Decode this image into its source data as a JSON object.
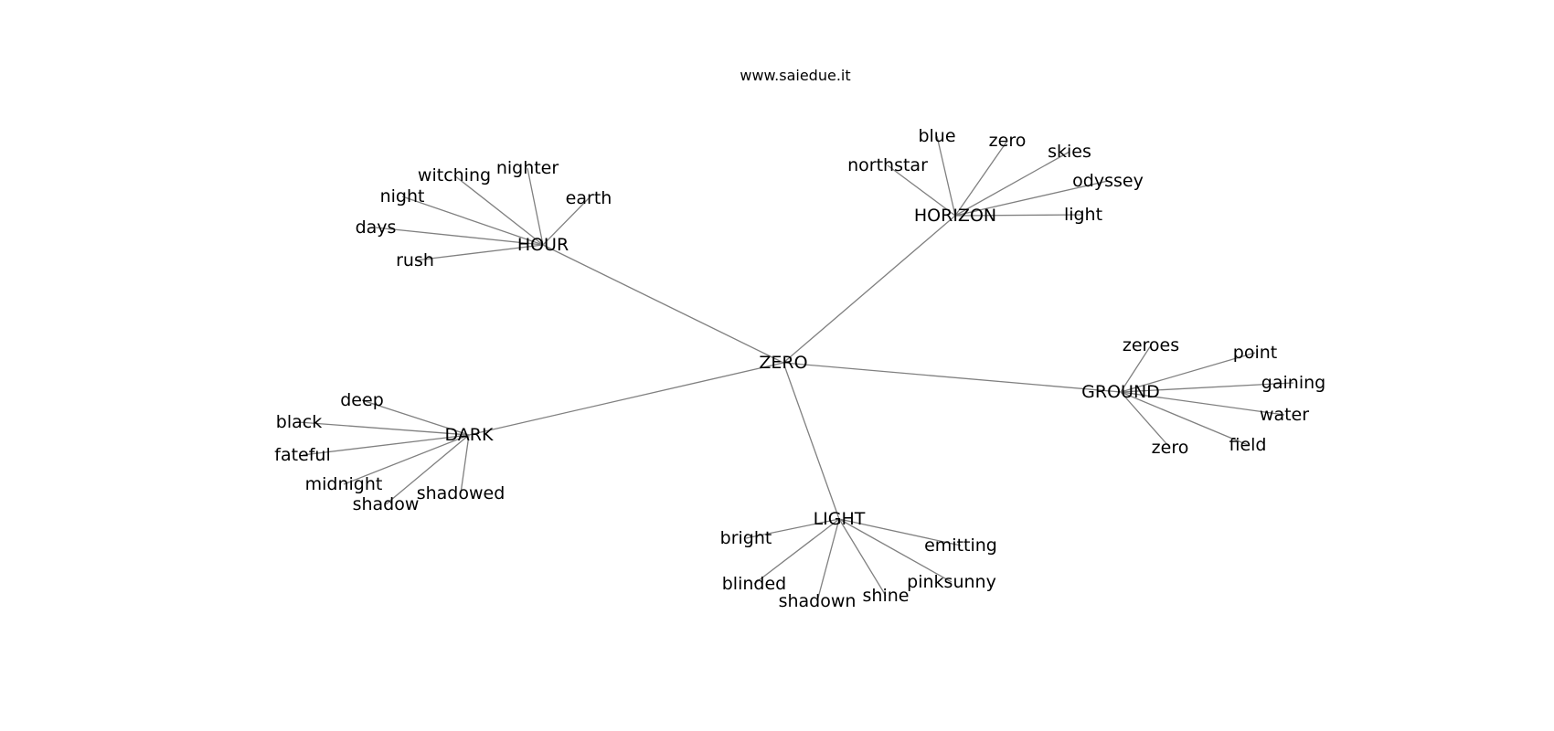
{
  "title": "www.saiedue.it",
  "colors": {
    "edge": "#808080",
    "text": "#000000",
    "background": "#ffffff"
  },
  "graph": {
    "root": "ZERO",
    "hubs": [
      {
        "label": "HOUR",
        "leaves": [
          "witching",
          "nighter",
          "night",
          "earth",
          "days",
          "rush"
        ]
      },
      {
        "label": "HORIZON",
        "leaves": [
          "blue",
          "zero",
          "northstar",
          "skies",
          "odyssey",
          "light"
        ]
      },
      {
        "label": "GROUND",
        "leaves": [
          "zeroes",
          "point",
          "gaining",
          "water",
          "field",
          "zero"
        ]
      },
      {
        "label": "LIGHT",
        "leaves": [
          "bright",
          "emitting",
          "blinded",
          "pinksunny",
          "shine",
          "shadown"
        ]
      },
      {
        "label": "DARK",
        "leaves": [
          "deep",
          "black",
          "fateful",
          "midnight",
          "shadow",
          "shadowed"
        ]
      }
    ]
  }
}
